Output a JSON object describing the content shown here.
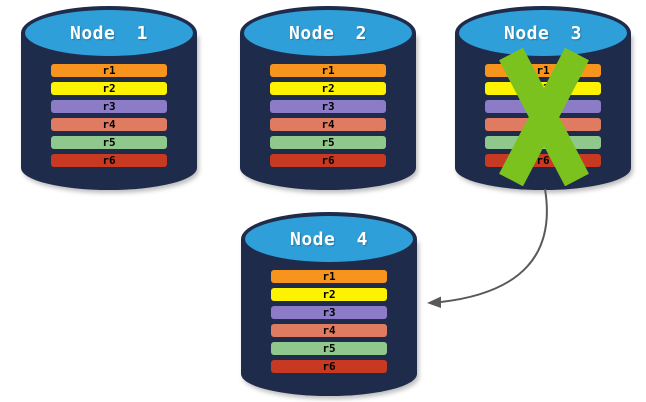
{
  "diagram": {
    "name": "database-replication-node-failure",
    "colors": {
      "background": "#FFFFFF",
      "cylinder_body": "#1F2B4B",
      "cylinder_top": "#2F9FD9",
      "title_text": "#FFFFFF",
      "row_text": "#000000"
    },
    "nodes": [
      {
        "title": "Node 1",
        "rows": [
          {
            "label": "r1",
            "color": "#F7941E"
          },
          {
            "label": "r2",
            "color": "#FDF200"
          },
          {
            "label": "r3",
            "color": "#8C7BC7"
          },
          {
            "label": "r4",
            "color": "#DF7B61"
          },
          {
            "label": "r5",
            "color": "#8FC78C"
          },
          {
            "label": "r6",
            "color": "#C73A21"
          }
        ]
      },
      {
        "title": "Node 2",
        "rows": [
          {
            "label": "r1",
            "color": "#F7941E"
          },
          {
            "label": "r2",
            "color": "#FDF200"
          },
          {
            "label": "r3",
            "color": "#8C7BC7"
          },
          {
            "label": "r4",
            "color": "#DF7B61"
          },
          {
            "label": "r5",
            "color": "#8FC78C"
          },
          {
            "label": "r6",
            "color": "#C73A21"
          }
        ]
      },
      {
        "title": "Node 3",
        "rows": [
          {
            "label": "r1",
            "color": "#F7941E"
          },
          {
            "label": "r2",
            "color": "#FDF200"
          },
          {
            "label": "r3",
            "color": "#8C7BC7"
          },
          {
            "label": "r4",
            "color": "#DF7B61"
          },
          {
            "label": "r5",
            "color": "#8FC78C"
          },
          {
            "label": "r6",
            "color": "#C73A21"
          }
        ]
      },
      {
        "title": "Node 4",
        "rows": [
          {
            "label": "r1",
            "color": "#F7941E"
          },
          {
            "label": "r2",
            "color": "#FDF200"
          },
          {
            "label": "r3",
            "color": "#8C7BC7"
          },
          {
            "label": "r4",
            "color": "#DF7B61"
          },
          {
            "label": "r5",
            "color": "#8FC78C"
          },
          {
            "label": "r6",
            "color": "#C73A21"
          }
        ]
      }
    ],
    "failure_mark": {
      "icon": "x-mark-icon",
      "color": "#7CC21E",
      "node": "Node 3"
    },
    "arrow": {
      "from": "Node 3",
      "to": "Node 4",
      "color": "#595959"
    }
  }
}
